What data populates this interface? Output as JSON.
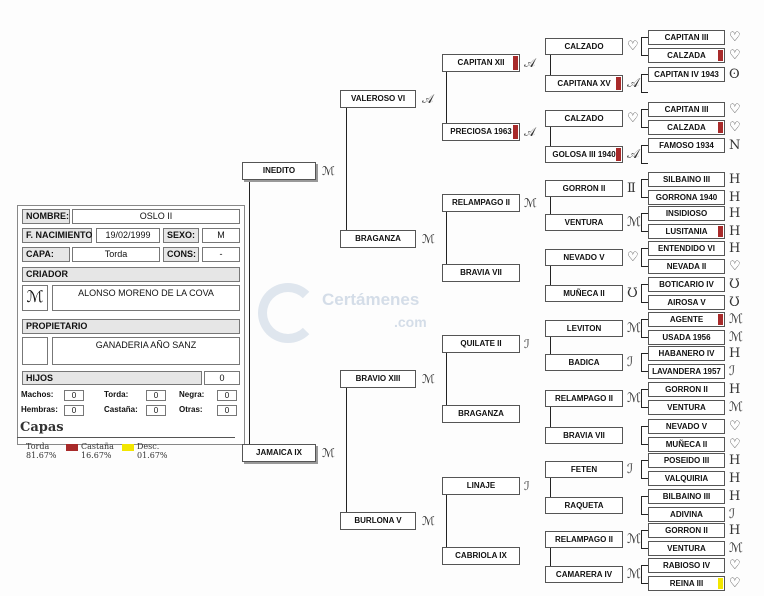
{
  "horse": {
    "nombre_label": "NOMBRE:",
    "nombre": "OSLO II",
    "fnac_label": "F. NACIMIENTO",
    "fnac": "19/02/1999",
    "sexo_label": "SEXO:",
    "sexo": "M",
    "capa_label": "CAPA:",
    "capa": "Torda",
    "cons_label": "CONS:",
    "cons": "-",
    "criador_label": "CRIADOR",
    "criador": "ALONSO MORENO DE LA COVA",
    "propietario_label": "PROPIETARIO",
    "propietario": "GANADERIA AÑO SANZ",
    "hijos_label": "HIJOS",
    "hijos": "0",
    "machos_label": "Machos:",
    "machos": "0",
    "torda_label": "Torda:",
    "torda": "0",
    "negra_label": "Negra:",
    "negra": "0",
    "hembras_label": "Hembras:",
    "hembras": "0",
    "castana_label": "Castaña:",
    "castana": "0",
    "otras_label": "Otras:",
    "otras": "0"
  },
  "capas": {
    "title": "Capas",
    "items": [
      {
        "name": "Torda",
        "pct": "81.67%",
        "color": ""
      },
      {
        "name": "Castaña",
        "pct": "16.67%",
        "color": "#a82a2a"
      },
      {
        "name": "Desc.",
        "pct": "01.67%",
        "color": "#f2e600"
      }
    ]
  },
  "watermark": {
    "line1": "Certámenes",
    "line2": ".com"
  },
  "gen1": [
    "INEDITO",
    "JAMAICA IX"
  ],
  "gen2": [
    "VALEROSO VI",
    "BRAGANZA",
    "BRAVIO XIII",
    "BURLONA V"
  ],
  "gen3": [
    "CAPITAN XII",
    "PRECIOSA 1963",
    "RELAMPAGO II",
    "BRAVIA VII",
    "QUILATE II",
    "BRAGANZA",
    "LINAJE",
    "CABRIOLA IX"
  ],
  "gen4": [
    "CALZADO",
    "CAPITANA XV",
    "CALZADO",
    "GOLOSA III 1940",
    "GORRON II",
    "VENTURA",
    "NEVADO V",
    "MUÑECA II",
    "LEVITON",
    "BADICA",
    "RELAMPAGO II",
    "BRAVIA VII",
    "FETEN",
    "RAQUETA",
    "RELAMPAGO II",
    "CAMARERA IV"
  ],
  "gen5": [
    "CAPITAN III",
    "CALZADA",
    "CAPITAN IV 1943",
    "",
    "CAPITAN III",
    "CALZADA",
    "FAMOSO 1934",
    "",
    "SILBAINO III",
    "GORRONA 1940",
    "INSIDIOSO",
    "LUSITANIA",
    "ENTENDIDO VI",
    "NEVADA II",
    "BOTICARIO IV",
    "AIROSA V",
    "AGENTE",
    "USADA 1956",
    "HABANERO IV",
    "LAVANDERA 1957",
    "GORRON II",
    "VENTURA",
    "NEVADO V",
    "MUÑECA II",
    "POSEIDO III",
    "VALQUIRIA",
    "BILBAINO III",
    "ADIVINA",
    "GORRON II",
    "VENTURA",
    "RABIOSO IV",
    "REINA III"
  ],
  "brands": {
    "gen1": [
      "ℳ",
      "ℳ"
    ],
    "gen2": [
      "𝒜",
      "ℳ",
      "ℳ",
      "ℳ"
    ],
    "gen3": [
      "𝒜",
      "𝒜",
      "ℳ",
      "",
      "ℐ",
      "",
      "ℐ",
      ""
    ],
    "gen4": [
      "♡",
      "𝒜",
      "♡",
      "𝒜",
      "Ⅱ",
      "ℳ",
      "♡",
      "Ʊ",
      "ℳ",
      "ℐ",
      "ℳ",
      "",
      "ℐ",
      "",
      "ℳ",
      "ℳ"
    ],
    "gen5": [
      "♡",
      "♡",
      "ʘ",
      "",
      "♡",
      "♡",
      "N",
      "",
      "H",
      "H",
      "H",
      "H",
      "H",
      "♡",
      "Ʊ",
      "Ʊ",
      "ℳ",
      "ℳ",
      "H",
      "ℐ",
      "H",
      "ℳ",
      "♡",
      "♡",
      "H",
      "H",
      "H",
      "ℐ",
      "H",
      "ℳ",
      "♡",
      "♡"
    ]
  },
  "marks": {
    "gen3": [
      "castana",
      "castana",
      "",
      "",
      "",
      "",
      "",
      ""
    ],
    "gen4": [
      "",
      "castana",
      "",
      "castana",
      "",
      "",
      "",
      "",
      "",
      "",
      "",
      "",
      "",
      "",
      "",
      ""
    ],
    "gen5": [
      "",
      "castana",
      "",
      "",
      "",
      "castana",
      "",
      "",
      "",
      "",
      "",
      "castana",
      "",
      "",
      "",
      "",
      "castana",
      "",
      "",
      "",
      "",
      "",
      "",
      "",
      "",
      "",
      "",
      "",
      "",
      "",
      "",
      "desc"
    ]
  },
  "colors": {
    "castana": "#a82a2a",
    "desc": "#f2e600"
  }
}
